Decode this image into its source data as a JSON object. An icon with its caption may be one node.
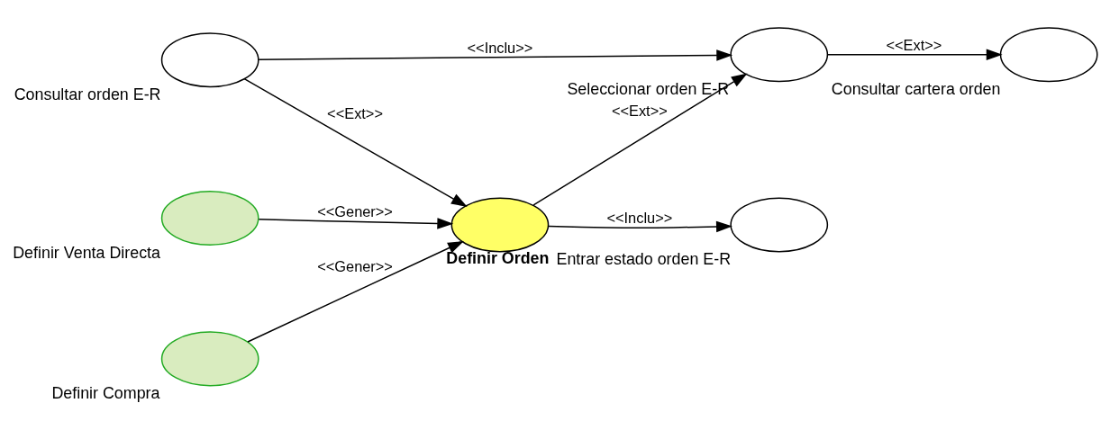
{
  "diagram": {
    "nodes": [
      {
        "text": [
          "Consultar orden E-R"
        ]
      },
      {
        "text": [
          "Seleccionar orden E-R"
        ]
      },
      {
        "text": [
          "Consultar cartera orden"
        ]
      },
      {
        "text": [
          "Definir Orden"
        ]
      },
      {
        "text": [
          "Entrar estado orden E-R"
        ]
      },
      {
        "text": [
          "Definir Venta Directa"
        ]
      },
      {
        "text": [
          "Definir Compra"
        ]
      }
    ],
    "edges": [
      {
        "from": 0,
        "to": 1,
        "arrow": "to",
        "label": "<<Inclu>>"
      },
      {
        "from": 1,
        "to": 2,
        "arrow": "to",
        "label": "<<Ext>>"
      },
      {
        "from": 0,
        "to": 3,
        "arrow": "to",
        "label": "<<Ext>>"
      },
      {
        "from": 3,
        "to": 1,
        "arrow": "to",
        "label": "<<Ext>>"
      },
      {
        "from": 3,
        "to": 4,
        "arrow": "to",
        "label": "<<Inclu>>"
      },
      {
        "from": 5,
        "to": 3,
        "arrow": "to",
        "label": "<<Gener>>"
      },
      {
        "from": 6,
        "to": 3,
        "arrow": "to",
        "label": "<<Gener>>"
      }
    ]
  }
}
